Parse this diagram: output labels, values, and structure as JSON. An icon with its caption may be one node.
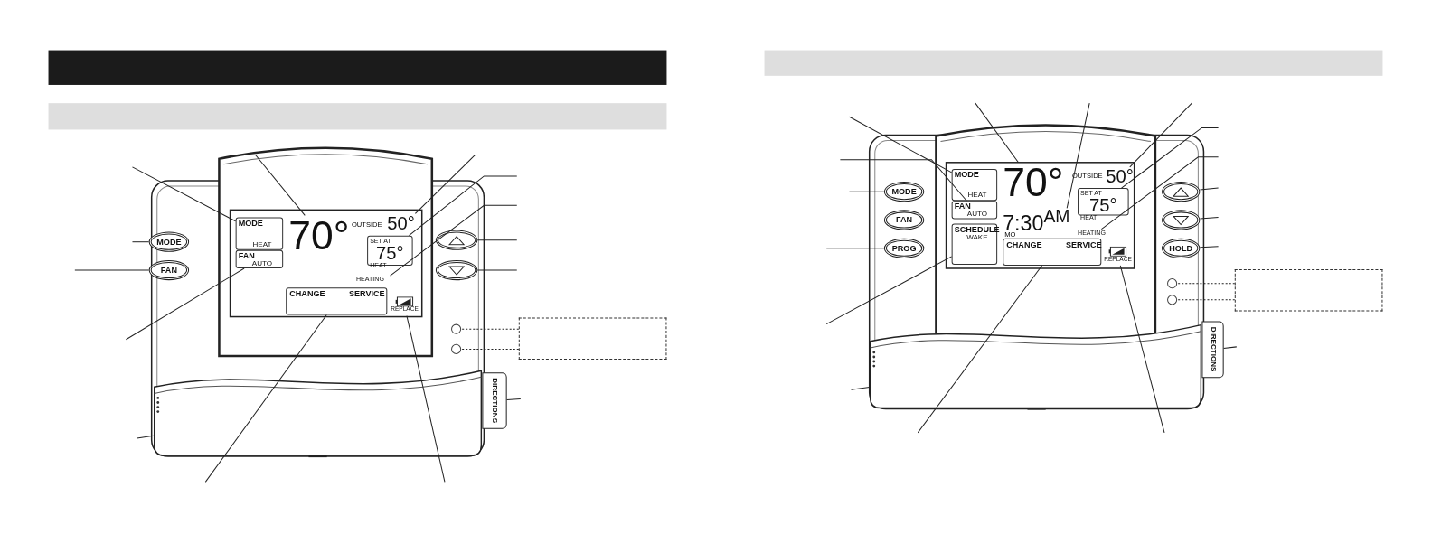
{
  "diagram": {
    "nodes": [
      {
        "text": [
          "MODE",
          "HEAT"
        ]
      },
      {
        "text": [
          "FAN",
          "AUTO"
        ]
      },
      {
        "text": [
          "70°"
        ]
      },
      {
        "text": [
          "50°"
        ]
      },
      {
        "text": [
          "SET AT",
          "75°",
          "HEAT"
        ]
      },
      {
        "text": [
          "HEATING"
        ]
      },
      {
        "text": [
          "CHANGE",
          "SERVICE"
        ]
      },
      {
        "text": [
          "REPLACE"
        ]
      },
      {
        "text": [
          "MODE"
        ]
      },
      {
        "text": [
          "FAN"
        ]
      },
      {
        "text": [],
        "shape": "ellipse"
      },
      {
        "text": [],
        "shape": "ellipse"
      },
      {
        "text": [],
        "shape": "circle"
      },
      {
        "text": [],
        "shape": "circle"
      },
      {
        "text": [],
        "shape": "box"
      },
      {
        "text": [],
        "shape": "panel"
      },
      {
        "text": [
          "DIRECTIONS"
        ]
      },
      {
        "text": [
          "MODE",
          "HEAT"
        ]
      },
      {
        "text": [
          "FAN",
          "AUTO"
        ]
      },
      {
        "text": [
          "SCHEDULE",
          "WAKE"
        ]
      },
      {
        "text": [
          "70°"
        ]
      },
      {
        "text": [
          "7:30$^{AM}$"
        ]
      },
      {
        "text": [
          "50°"
        ]
      },
      {
        "text": [
          "SET AT",
          "75°",
          "HEAT"
        ]
      },
      {
        "text": [
          "HEATING"
        ]
      },
      {
        "text": [
          "CHANGE",
          "SERVICE"
        ]
      },
      {
        "text": [
          "REPLACE"
        ]
      },
      {
        "text": [
          "MODE"
        ]
      },
      {
        "text": [
          "FAN"
        ]
      },
      {
        "text": [
          "PROG"
        ]
      },
      {
        "text": [],
        "shape": "ellipse"
      },
      {
        "text": [],
        "shape": "ellipse"
      },
      {
        "text": [
          "HOLD"
        ]
      },
      {
        "text": [],
        "shape": "circle"
      },
      {
        "text": [],
        "shape": "circle"
      },
      {
        "text": [],
        "shape": "box"
      },
      {
        "text": [],
        "shape": "panel"
      },
      {
        "text": [
          "DIRECTIONS"
        ]
      }
    ],
    "edges": [
      {
        "from": null,
        "to": 0,
        "arrow": "none"
      },
      {
        "from": null,
        "to": 2,
        "arrow": "none"
      },
      {
        "from": null,
        "to": 3,
        "arrow": "none"
      },
      {
        "from": null,
        "to": 4,
        "arrow": "none"
      },
      {
        "from": null,
        "to": 5,
        "arrow": "none"
      },
      {
        "from": null,
        "to": 10,
        "arrow": "none"
      },
      {
        "from": null,
        "to": 11,
        "arrow": "none"
      },
      {
        "from": null,
        "to": 8,
        "arrow": "none"
      },
      {
        "from": null,
        "to": 9,
        "arrow": "none"
      },
      {
        "from": null,
        "to": 1,
        "arrow": "none"
      },
      {
        "from": null,
        "to": 15,
        "arrow": "none"
      },
      {
        "from": null,
        "to": 6,
        "arrow": "none"
      },
      {
        "from": null,
        "to": 7,
        "arrow": "none"
      },
      {
        "from": null,
        "to": 16,
        "arrow": "none"
      },
      {
        "from": 14,
        "to": 12,
        "arrow": "none",
        "style": "dashed"
      },
      {
        "from": 14,
        "to": 13,
        "arrow": "none",
        "style": "dashed"
      },
      {
        "from": null,
        "to": 17,
        "arrow": "none"
      },
      {
        "from": null,
        "to": 18,
        "arrow": "none"
      },
      {
        "from": null,
        "to": 27,
        "arrow": "none"
      },
      {
        "from": null,
        "to": 28,
        "arrow": "none"
      },
      {
        "from": null,
        "to": 29,
        "arrow": "none"
      },
      {
        "from": null,
        "to": 19,
        "arrow": "none"
      },
      {
        "from": null,
        "to": 36,
        "arrow": "none"
      },
      {
        "from": null,
        "to": 25,
        "arrow": "none"
      },
      {
        "from": null,
        "to": 26,
        "arrow": "none"
      },
      {
        "from": null,
        "to": 20,
        "arrow": "none"
      },
      {
        "from": null,
        "to": 21,
        "arrow": "none"
      },
      {
        "from": null,
        "to": 22,
        "arrow": "none"
      },
      {
        "from": null,
        "to": 23,
        "arrow": "none"
      },
      {
        "from": null,
        "to": 24,
        "arrow": "none"
      },
      {
        "from": null,
        "to": 30,
        "arrow": "none"
      },
      {
        "from": null,
        "to": 31,
        "arrow": "none"
      },
      {
        "from": null,
        "to": 32,
        "arrow": "none"
      },
      {
        "from": null,
        "to": 37,
        "arrow": "none"
      },
      {
        "from": 35,
        "to": 33,
        "arrow": "none",
        "style": "dashed"
      },
      {
        "from": 35,
        "to": 34,
        "arrow": "none",
        "style": "dashed"
      }
    ],
    "labels": [
      "OUTSIDE",
      "OUTSIDE",
      "MO"
    ]
  }
}
